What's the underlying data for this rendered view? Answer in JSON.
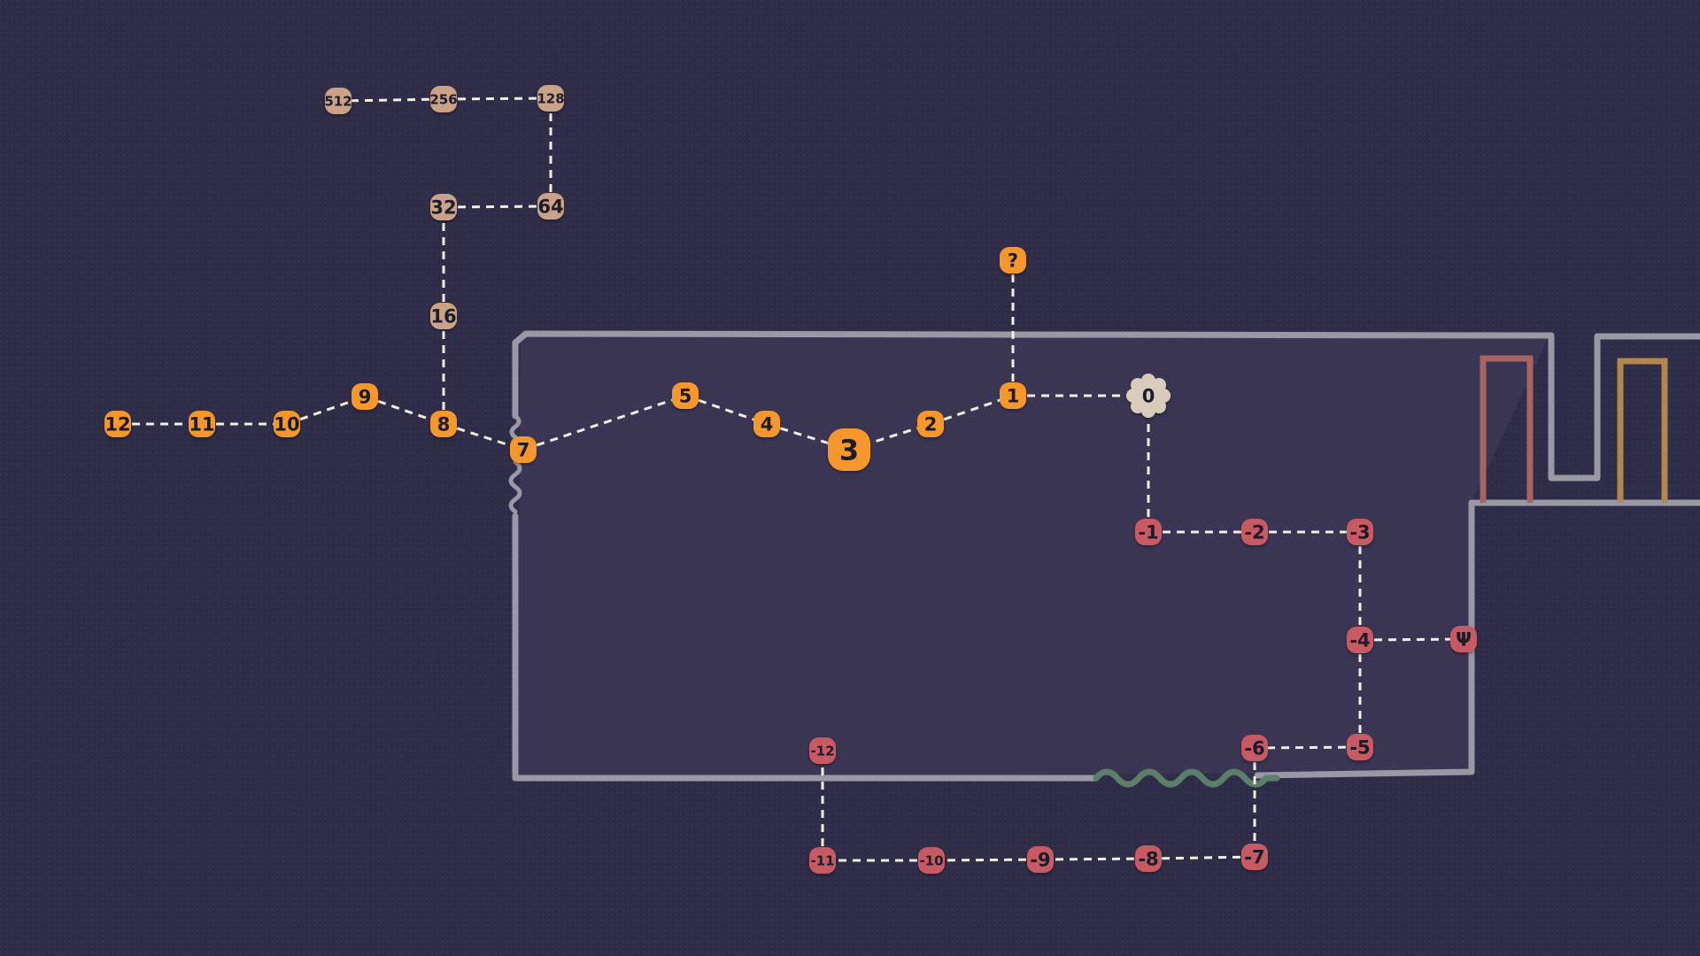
{
  "colors": {
    "background": "#2f2c47",
    "room_fill": "#3f3856",
    "wall": "#9a97a6",
    "connector": "#f2eee6",
    "positive_node": "#f6972f",
    "negative_node": "#c85a64",
    "power_node": "#c9a287",
    "sun_node": "#d8cdbd",
    "wave": "#5c7e6a",
    "pipe_red": "#a7655f",
    "pipe_gold": "#b2864f"
  },
  "nodes": {
    "n12": {
      "label": "12",
      "kind": "positive",
      "interactive": true
    },
    "n11": {
      "label": "11",
      "kind": "positive",
      "interactive": true
    },
    "n10": {
      "label": "10",
      "kind": "positive",
      "interactive": true
    },
    "n9": {
      "label": "9",
      "kind": "positive",
      "interactive": true
    },
    "n8": {
      "label": "8",
      "kind": "positive",
      "interactive": true
    },
    "n7": {
      "label": "7",
      "kind": "positive",
      "interactive": true
    },
    "n5": {
      "label": "5",
      "kind": "positive",
      "interactive": true
    },
    "n4": {
      "label": "4",
      "kind": "positive",
      "interactive": true
    },
    "n3": {
      "label": "3",
      "kind": "current",
      "interactive": true
    },
    "n2": {
      "label": "2",
      "kind": "positive",
      "interactive": true
    },
    "n1": {
      "label": "1",
      "kind": "positive",
      "interactive": true
    },
    "nq": {
      "label": "?",
      "kind": "positive",
      "interactive": true
    },
    "n0": {
      "label": "0",
      "kind": "sun",
      "interactive": true
    },
    "p16": {
      "label": "16",
      "kind": "power",
      "interactive": true
    },
    "p32": {
      "label": "32",
      "kind": "power",
      "interactive": true
    },
    "p64": {
      "label": "64",
      "kind": "power",
      "interactive": true
    },
    "p128": {
      "label": "128",
      "kind": "power",
      "interactive": true
    },
    "p256": {
      "label": "256",
      "kind": "power",
      "interactive": true
    },
    "p512": {
      "label": "512",
      "kind": "power",
      "interactive": true
    },
    "m1": {
      "label": "-1",
      "kind": "negative",
      "interactive": true
    },
    "m2": {
      "label": "-2",
      "kind": "negative",
      "interactive": true
    },
    "m3": {
      "label": "-3",
      "kind": "negative",
      "interactive": true
    },
    "m4": {
      "label": "-4",
      "kind": "negative",
      "interactive": true
    },
    "psi": {
      "label": "Ψ",
      "kind": "negative",
      "interactive": true
    },
    "m5": {
      "label": "-5",
      "kind": "negative",
      "interactive": true
    },
    "m6": {
      "label": "-6",
      "kind": "negative",
      "interactive": true
    },
    "m7": {
      "label": "-7",
      "kind": "negative",
      "interactive": true
    },
    "m8": {
      "label": "-8",
      "kind": "negative",
      "interactive": true
    },
    "m9": {
      "label": "-9",
      "kind": "negative",
      "interactive": true
    },
    "m10": {
      "label": "-10",
      "kind": "negative",
      "interactive": true
    },
    "m11": {
      "label": "-11",
      "kind": "negative",
      "interactive": true
    },
    "m12": {
      "label": "-12",
      "kind": "negative",
      "interactive": true
    }
  },
  "connections": [
    [
      "n12",
      "n11"
    ],
    [
      "n11",
      "n10"
    ],
    [
      "n10",
      "n9"
    ],
    [
      "n9",
      "n8"
    ],
    [
      "n8",
      "n7"
    ],
    [
      "n7",
      "n5"
    ],
    [
      "n5",
      "n4"
    ],
    [
      "n4",
      "n3"
    ],
    [
      "n3",
      "n2"
    ],
    [
      "n2",
      "n1"
    ],
    [
      "n1",
      "nq"
    ],
    [
      "n1",
      "n0"
    ],
    [
      "n8",
      "p16"
    ],
    [
      "p16",
      "p32"
    ],
    [
      "p32",
      "p64"
    ],
    [
      "p64",
      "p128"
    ],
    [
      "p128",
      "p256"
    ],
    [
      "p256",
      "p512"
    ],
    [
      "n0",
      "m1"
    ],
    [
      "m1",
      "m2"
    ],
    [
      "m2",
      "m3"
    ],
    [
      "m3",
      "m4"
    ],
    [
      "m4",
      "psi"
    ],
    [
      "m4",
      "m5"
    ],
    [
      "m5",
      "m6"
    ],
    [
      "m6",
      "m7"
    ],
    [
      "m7",
      "m8"
    ],
    [
      "m8",
      "m9"
    ],
    [
      "m9",
      "m10"
    ],
    [
      "m10",
      "m11"
    ],
    [
      "m11",
      "m12"
    ]
  ]
}
